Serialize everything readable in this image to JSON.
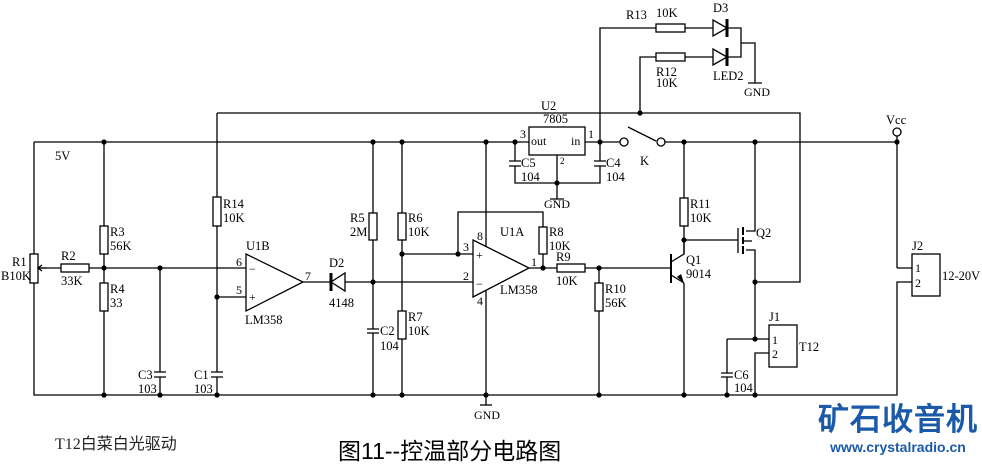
{
  "rails": {
    "vplus": "5V",
    "vcc": "Vcc",
    "gnd": "GND"
  },
  "components": {
    "R1": {
      "ref": "R1",
      "value": "B10K"
    },
    "R2": {
      "ref": "R2",
      "value": "33K"
    },
    "R3": {
      "ref": "R3",
      "value": "56K"
    },
    "R4": {
      "ref": "R4",
      "value": "33"
    },
    "R5": {
      "ref": "R5",
      "value": "2M"
    },
    "R6": {
      "ref": "R6",
      "value": "10K"
    },
    "R7": {
      "ref": "R7",
      "value": "10K"
    },
    "R8": {
      "ref": "R8",
      "value": "10K"
    },
    "R9": {
      "ref": "R9",
      "value": "10K"
    },
    "R10": {
      "ref": "R10",
      "value": "56K"
    },
    "R11": {
      "ref": "R11",
      "value": "10K"
    },
    "R12": {
      "ref": "R12",
      "value": "10K"
    },
    "R13": {
      "ref": "R13",
      "value": "10K"
    },
    "R14": {
      "ref": "R14",
      "value": "10K"
    },
    "C1": {
      "ref": "C1",
      "value": "103"
    },
    "C2": {
      "ref": "C2",
      "value": "104"
    },
    "C3": {
      "ref": "C3",
      "value": "103"
    },
    "C4": {
      "ref": "C4",
      "value": "104"
    },
    "C5": {
      "ref": "C5",
      "value": "104"
    },
    "C6": {
      "ref": "C6",
      "value": "104"
    },
    "D2": {
      "ref": "D2",
      "value": "4148"
    },
    "D3": {
      "ref": "D3"
    },
    "LED2": {
      "ref": "LED2"
    },
    "U1A": {
      "ref": "U1A",
      "value": "LM358"
    },
    "U1B": {
      "ref": "U1B",
      "value": "LM358"
    },
    "U2": {
      "ref": "U2",
      "value": "7805",
      "pin_out": "out",
      "pin_in": "in"
    },
    "Q1": {
      "ref": "Q1",
      "value": "9014"
    },
    "Q2": {
      "ref": "Q2"
    },
    "K": {
      "ref": "K"
    },
    "J1": {
      "ref": "J1",
      "value": "T12"
    },
    "J2": {
      "ref": "J2",
      "value": "12-20V"
    }
  },
  "pins": {
    "u1b_6": "6",
    "u1b_5": "5",
    "u1b_7": "7",
    "u1a_3": "3",
    "u1a_2": "2",
    "u1a_1": "1",
    "u1a_8": "8",
    "u1a_4": "4",
    "u2_3": "3",
    "u2_1": "1",
    "u2_2": "2",
    "j1_1": "1",
    "j1_2": "2",
    "j2_1": "1",
    "j2_2": "2",
    "plus": "+",
    "minus": "−"
  },
  "note": "T12白菜白光驱动",
  "title": "图11--控温部分电路图",
  "watermark": {
    "name": "矿石收音机",
    "url": "www.crystalradio.cn",
    "color": "#1a5aa8"
  }
}
